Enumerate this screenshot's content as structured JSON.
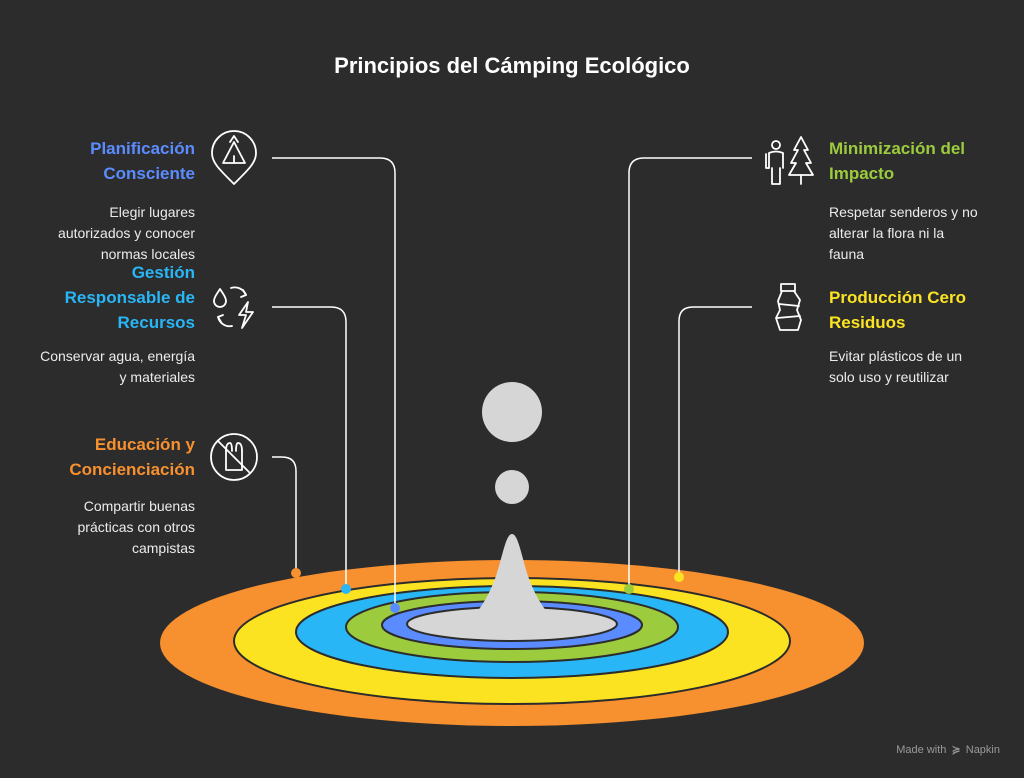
{
  "title": "Principios del Cámping Ecológico",
  "colors": {
    "background": "#2c2c2c",
    "center": "#d6d6d6",
    "connector": "#ffffff"
  },
  "items": [
    {
      "id": "planificacion",
      "heading": "Planificación\nConsciente",
      "description": "Elegir lugares\nautorizados y conocer\nnormas locales",
      "color": "#5b8cff",
      "icon": "tent-location-icon"
    },
    {
      "id": "gestion",
      "heading": "Gestión\nResponsable de\nRecursos",
      "description": "Conservar agua, energía\ny materiales",
      "color": "#29b6f6",
      "icon": "resources-cycle-icon"
    },
    {
      "id": "educacion",
      "heading": "Educación y\nConcienciación",
      "description": "Compartir buenas\nprácticas con otros\ncampistas",
      "color": "#f7902f",
      "icon": "no-plastic-bag-icon"
    },
    {
      "id": "minimizacion",
      "heading": "Minimización del\nImpacto",
      "description": "Respetar senderos y no\nalterar la flora ni la\nfauna",
      "color": "#9ccc3d",
      "icon": "hiker-tree-icon"
    },
    {
      "id": "produccion",
      "heading": "Producción Cero\nResiduos",
      "description": "Evitar plásticos de un\nsolo uso y reutilizar",
      "color": "#fbe321",
      "icon": "bottle-icon"
    }
  ],
  "footer": {
    "prefix": "Made with",
    "brand": "Napkin"
  }
}
